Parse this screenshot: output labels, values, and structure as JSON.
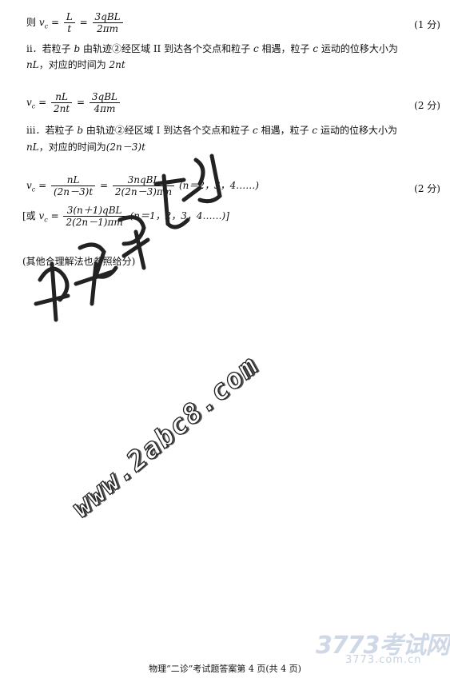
{
  "line1": {
    "prefix": "则",
    "v": "v",
    "sub": "c",
    "eq1": "=",
    "f1_num": "L",
    "f1_den": "t",
    "eq2": "=",
    "f2_num": "3qBL",
    "f2_den": "2πm",
    "score": "(1 分)"
  },
  "line2": {
    "text_a": "ⅱ．若粒子 ",
    "b": "b",
    "text_b": " 由轨迹②经区域 II 到达各个交点和粒子 ",
    "c1": "c",
    "text_c": " 相遇，粒子 ",
    "c2": "c",
    "text_d": " 运动的位移大小为"
  },
  "line3": {
    "nL": "nL",
    "text": "，对应的时间为 ",
    "t": "2nt"
  },
  "line4": {
    "v": "v",
    "sub": "c",
    "eq1": "=",
    "f1_num": "nL",
    "f1_den": "2nt",
    "eq2": "=",
    "f2_num": "3qBL",
    "f2_den": "4πm",
    "score": "(2 分)"
  },
  "line5": {
    "text_a": "ⅲ．若粒子 ",
    "b": "b",
    "text_b": " 由轨迹②经区域 I 到达各个交点和粒子 ",
    "c1": "c",
    "text_c": " 相遇，粒子 ",
    "c2": "c",
    "text_d": " 运动的位移大小为"
  },
  "line6": {
    "nL": "nL",
    "text": "，对应的时间为",
    "t": "(2n－3)t"
  },
  "line7": {
    "v": "v",
    "sub": "c",
    "eq1": "=",
    "f1_num": "nL",
    "f1_den": "(2n－3)t",
    "eq2": "=",
    "f2_num": "3nqBL",
    "f2_den": "2(2n－3)πm",
    "cond": "(n＝2，3，4……)",
    "score": "(2 分)"
  },
  "line8": {
    "open": "[或 ",
    "v": "v",
    "sub": "c",
    "eq": "=",
    "f_num": "3(n＋1)qBL",
    "f_den": "2(2n－1)πm",
    "cond": "(n＝1，2，3，4……)]"
  },
  "note": "(其他合理解法也参照给分)",
  "watermark_url": "www.2abc8.com",
  "watermark_logo": "3773考试网",
  "watermark_logo_sub": "3773.com.cn",
  "footer": "物理“二诊”考试题答案第 4 页(共 4 页)"
}
